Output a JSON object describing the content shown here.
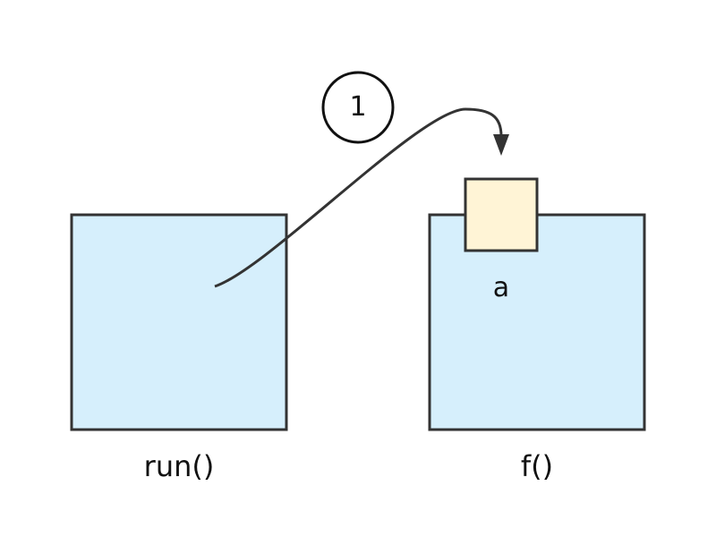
{
  "frames": [
    {
      "id": "run",
      "label": "run()"
    },
    {
      "id": "f",
      "label": "f()"
    }
  ],
  "variable": {
    "label": "a"
  },
  "step": {
    "number": "1"
  },
  "colors": {
    "frame_fill": "#d6effc",
    "frame_stroke": "#333333",
    "variable_fill": "#fff4d6",
    "arrow": "#333333",
    "circle_stroke": "#111111"
  }
}
